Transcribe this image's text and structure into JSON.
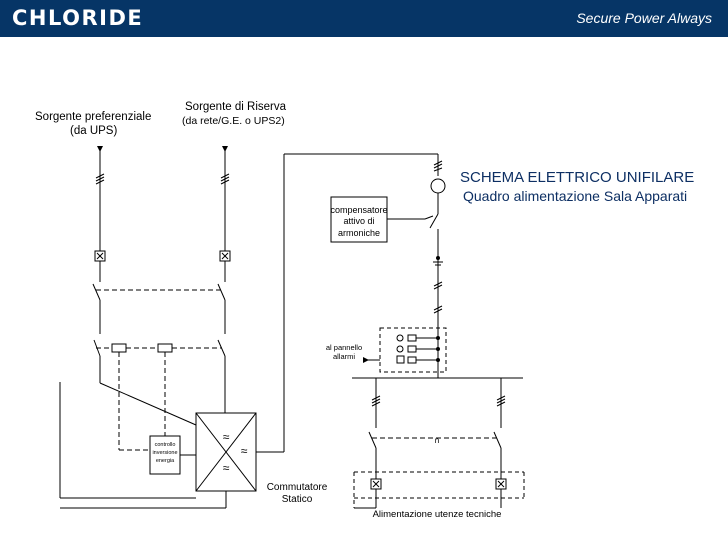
{
  "header": {
    "brand": "CHLORIDE",
    "tagline": "Secure Power Always",
    "background": "#063566"
  },
  "diagram": {
    "title": "SCHEMA ELETTRICO UNIFILARE",
    "subtitle": "Quadro alimentazione Sala Apparati",
    "preferred_source": {
      "line1": "Sorgente preferenziale",
      "line2": "(da UPS)"
    },
    "reserve_source": {
      "line1": "Sorgente di Riserva",
      "line2": "(da rete/G.E. o UPS2)"
    },
    "harmonic_compensator": {
      "line1": "compensatore",
      "line2": "attivo di",
      "line3": "armoniche"
    },
    "alarm_panel": {
      "line1": "al pannello",
      "line2": "allarmi"
    },
    "energy_control": {
      "line1": "controllo",
      "line2": "inversione",
      "line3": "energia"
    },
    "static_switch": {
      "line1": "Commutatore",
      "line2": "Statico",
      "symbol": "≈"
    },
    "loads": "Alimentazione utenze tecniche",
    "interlock_label": "n",
    "colors": {
      "title": "#0d2f63",
      "line": "#000000"
    }
  }
}
